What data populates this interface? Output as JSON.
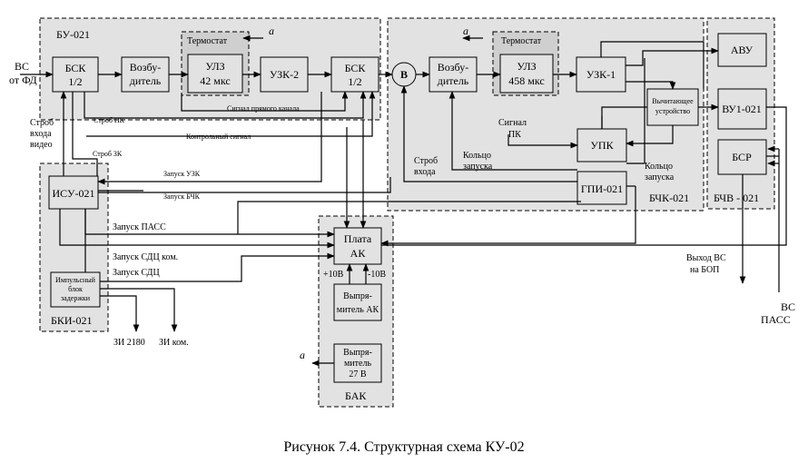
{
  "caption": "Рисунок 7.4. Структурная схема КУ-02",
  "groups": {
    "bu021": "БУ-021",
    "bchk021": "БЧК-021",
    "bchv021": "БЧВ - 021",
    "bki021": "БКИ-021",
    "bak": "БАК",
    "thermostat": "Термостат"
  },
  "blocks": {
    "bsk1_l1": "БСК",
    "bsk1_l2": "1/2",
    "vozb1_l1": "Возбу-",
    "vozb1_l2": "дитель",
    "ulz1_l1": "УЛЗ",
    "ulz1_l2": "42 мкс",
    "uzk2": "УЗК-2",
    "bsk2_l1": "БСК",
    "bsk2_l2": "1/2",
    "v": "В",
    "vozb2_l1": "Возбу-",
    "vozb2_l2": "дитель",
    "ulz2_l1": "УЛЗ",
    "ulz2_l2": "458 мкс",
    "uzk1": "УЗК-1",
    "vych_l1": "Вычитающее",
    "vych_l2": "устройство",
    "upk": "УПК",
    "gpi": "ГПИ-021",
    "avu": "АВУ",
    "vu1": "ВУ1-021",
    "bsr": "БСР",
    "isu": "ИСУ-021",
    "ibz_l1": "Импульсный",
    "ibz_l2": "блок",
    "ibz_l3": "задержки",
    "plata_l1": "Плата",
    "plata_l2": "АК",
    "vypr_ak_l1": "Выпря-",
    "vypr_ak_l2": "митель АК",
    "vypr27_l1": "Выпря-",
    "vypr27_l2": "митель",
    "vypr27_l3": "27 В"
  },
  "signals": {
    "vs_l1": "ВС",
    "vs_l2": "от ФД",
    "a1": "a",
    "a2": "a",
    "a3": "a",
    "strob_video_l1": "Строб",
    "strob_video_l2": "входа",
    "strob_video_l3": "видео",
    "strob_pk": "Строб ПК",
    "strob_zk": "Строб ЗК",
    "signal_pryamogo": "Сигнал прямого канала",
    "kontrolny": "Контрольный сигнал",
    "zapusk_uzk": "Запуск УЗК",
    "zapusk_bchk": "Запуск БЧК",
    "zapusk_pass": "Запуск ПАСС",
    "zapusk_sdc_kom": "Запуск СДЦ ком.",
    "zapusk_sdc": "Запуск СДЦ",
    "plus10": "+10В",
    "minus10": "-10В",
    "zi2180": "ЗИ 2180",
    "zikom": "ЗИ ком.",
    "signal_pk_l1": "Сигнал",
    "signal_pk_l2": "ПК",
    "kolco1_l1": "Кольцо",
    "kolco1_l2": "запуска",
    "kolco2_l1": "Кольцо",
    "kolco2_l2": "запуска",
    "strob_vhoda_l1": "Строб",
    "strob_vhoda_l2": "входа",
    "vyhod_l1": "Выход ВС",
    "vyhod_l2": "на БОП",
    "vs_pass_l1": "ВС",
    "vs_pass_l2": "ПАСС"
  }
}
